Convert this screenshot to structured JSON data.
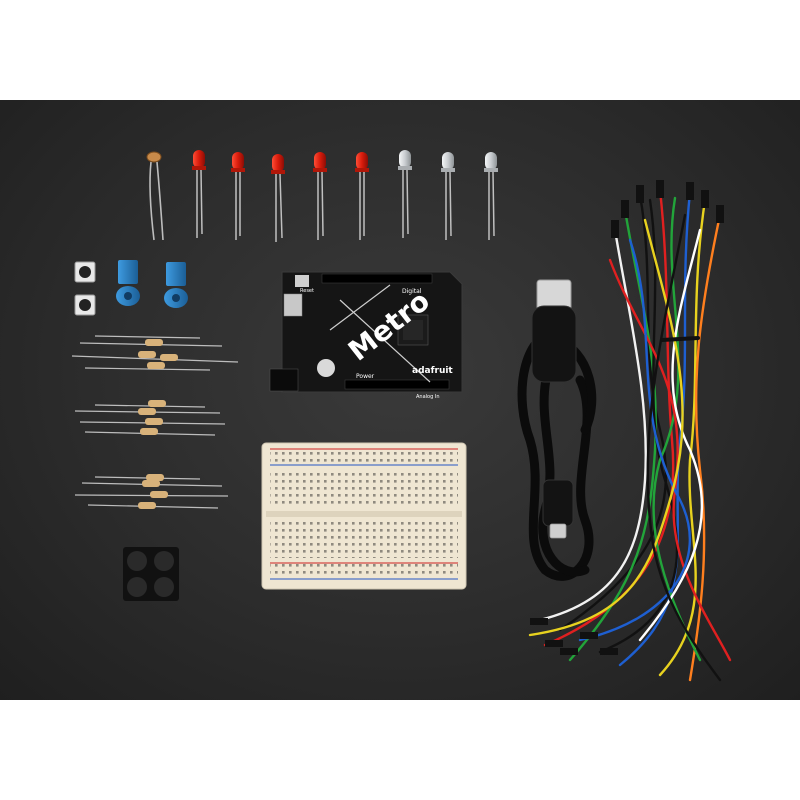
{
  "board": {
    "name": "Metro",
    "brand": "adafruit",
    "labels": [
      "Digital",
      "Power",
      "Analog In",
      "Reset"
    ]
  },
  "colors": {
    "background": "#2c2c2c",
    "board": "#151515",
    "led_red": "#d81c0c",
    "led_clear": "#cfd3d6",
    "trimpot": "#2a7fc1",
    "breadboard": "#efe6d2",
    "usb_cable": "#0b0b0b",
    "wire_colors": [
      "#111111",
      "#e02020",
      "#22a43a",
      "#1e5fd1",
      "#e8d21f",
      "#f2f2f2",
      "#ff7f1e",
      "#ffffff"
    ]
  },
  "icons": [
    "photocell-icon",
    "led-icon",
    "button-icon",
    "trimpot-icon",
    "resistor-icon",
    "usb-cable-icon",
    "jumper-wire-icon",
    "bumper-feet-icon"
  ]
}
